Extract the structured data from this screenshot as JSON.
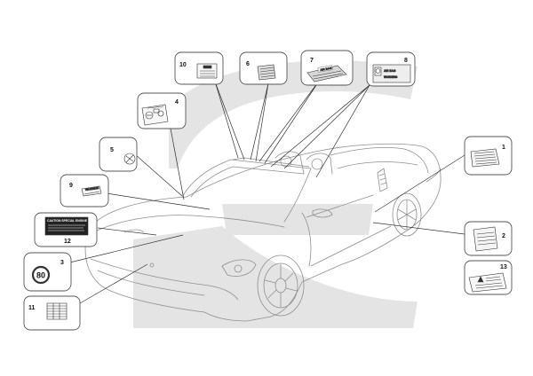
{
  "callouts": [
    "1",
    "2",
    "3",
    "4",
    "5",
    "6",
    "7",
    "8",
    "9",
    "10",
    "11",
    "12",
    "13"
  ],
  "label_texts": {
    "label_8_line1": "AIR BAG",
    "label_8_line2": "WARNING",
    "label_7_text": "AIR BAG",
    "label_9_text": "WARNING",
    "label_12_line1": "CAUTION SPECIAL ENGINE",
    "label_3_number": "80"
  },
  "colors": {
    "line": "#333333",
    "watermark": "#e3e3e3",
    "car_line": "#9a9a9a"
  }
}
